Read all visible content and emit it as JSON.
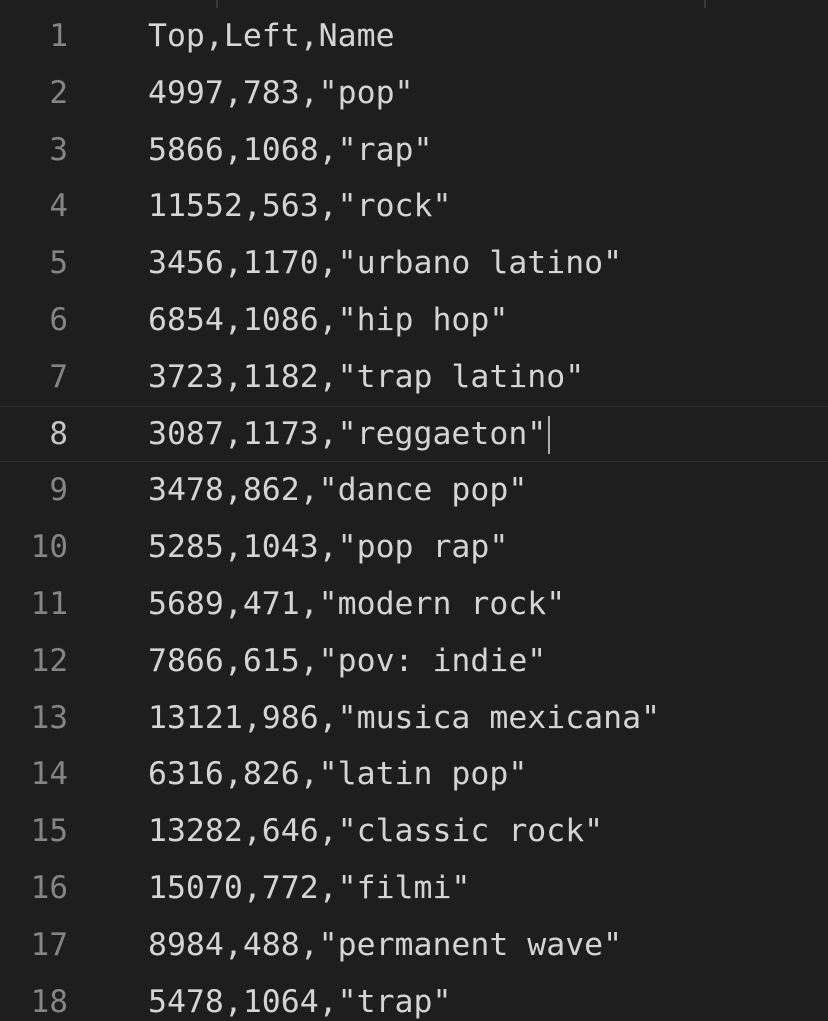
{
  "editor": {
    "lines": [
      {
        "number": "1",
        "text": "Top,Left,Name"
      },
      {
        "number": "2",
        "text": "4997,783,\"pop\""
      },
      {
        "number": "3",
        "text": "5866,1068,\"rap\""
      },
      {
        "number": "4",
        "text": "11552,563,\"rock\""
      },
      {
        "number": "5",
        "text": "3456,1170,\"urbano latino\""
      },
      {
        "number": "6",
        "text": "6854,1086,\"hip hop\""
      },
      {
        "number": "7",
        "text": "3723,1182,\"trap latino\""
      },
      {
        "number": "8",
        "text": "3087,1173,\"reggaeton\""
      },
      {
        "number": "9",
        "text": "3478,862,\"dance pop\""
      },
      {
        "number": "10",
        "text": "5285,1043,\"pop rap\""
      },
      {
        "number": "11",
        "text": "5689,471,\"modern rock\""
      },
      {
        "number": "12",
        "text": "7866,615,\"pov: indie\""
      },
      {
        "number": "13",
        "text": "13121,986,\"musica mexicana\""
      },
      {
        "number": "14",
        "text": "6316,826,\"latin pop\""
      },
      {
        "number": "15",
        "text": "13282,646,\"classic rock\""
      },
      {
        "number": "16",
        "text": "15070,772,\"filmi\""
      },
      {
        "number": "17",
        "text": "8984,488,\"permanent wave\""
      },
      {
        "number": "18",
        "text": "5478,1064,\"trap\""
      }
    ],
    "active_line": 8,
    "colors": {
      "background": "#1e1e1e",
      "text": "#d4d4d4",
      "line_number": "#858585",
      "active_line_number": "#c6c6c6",
      "cursor": "#aeafad"
    }
  }
}
